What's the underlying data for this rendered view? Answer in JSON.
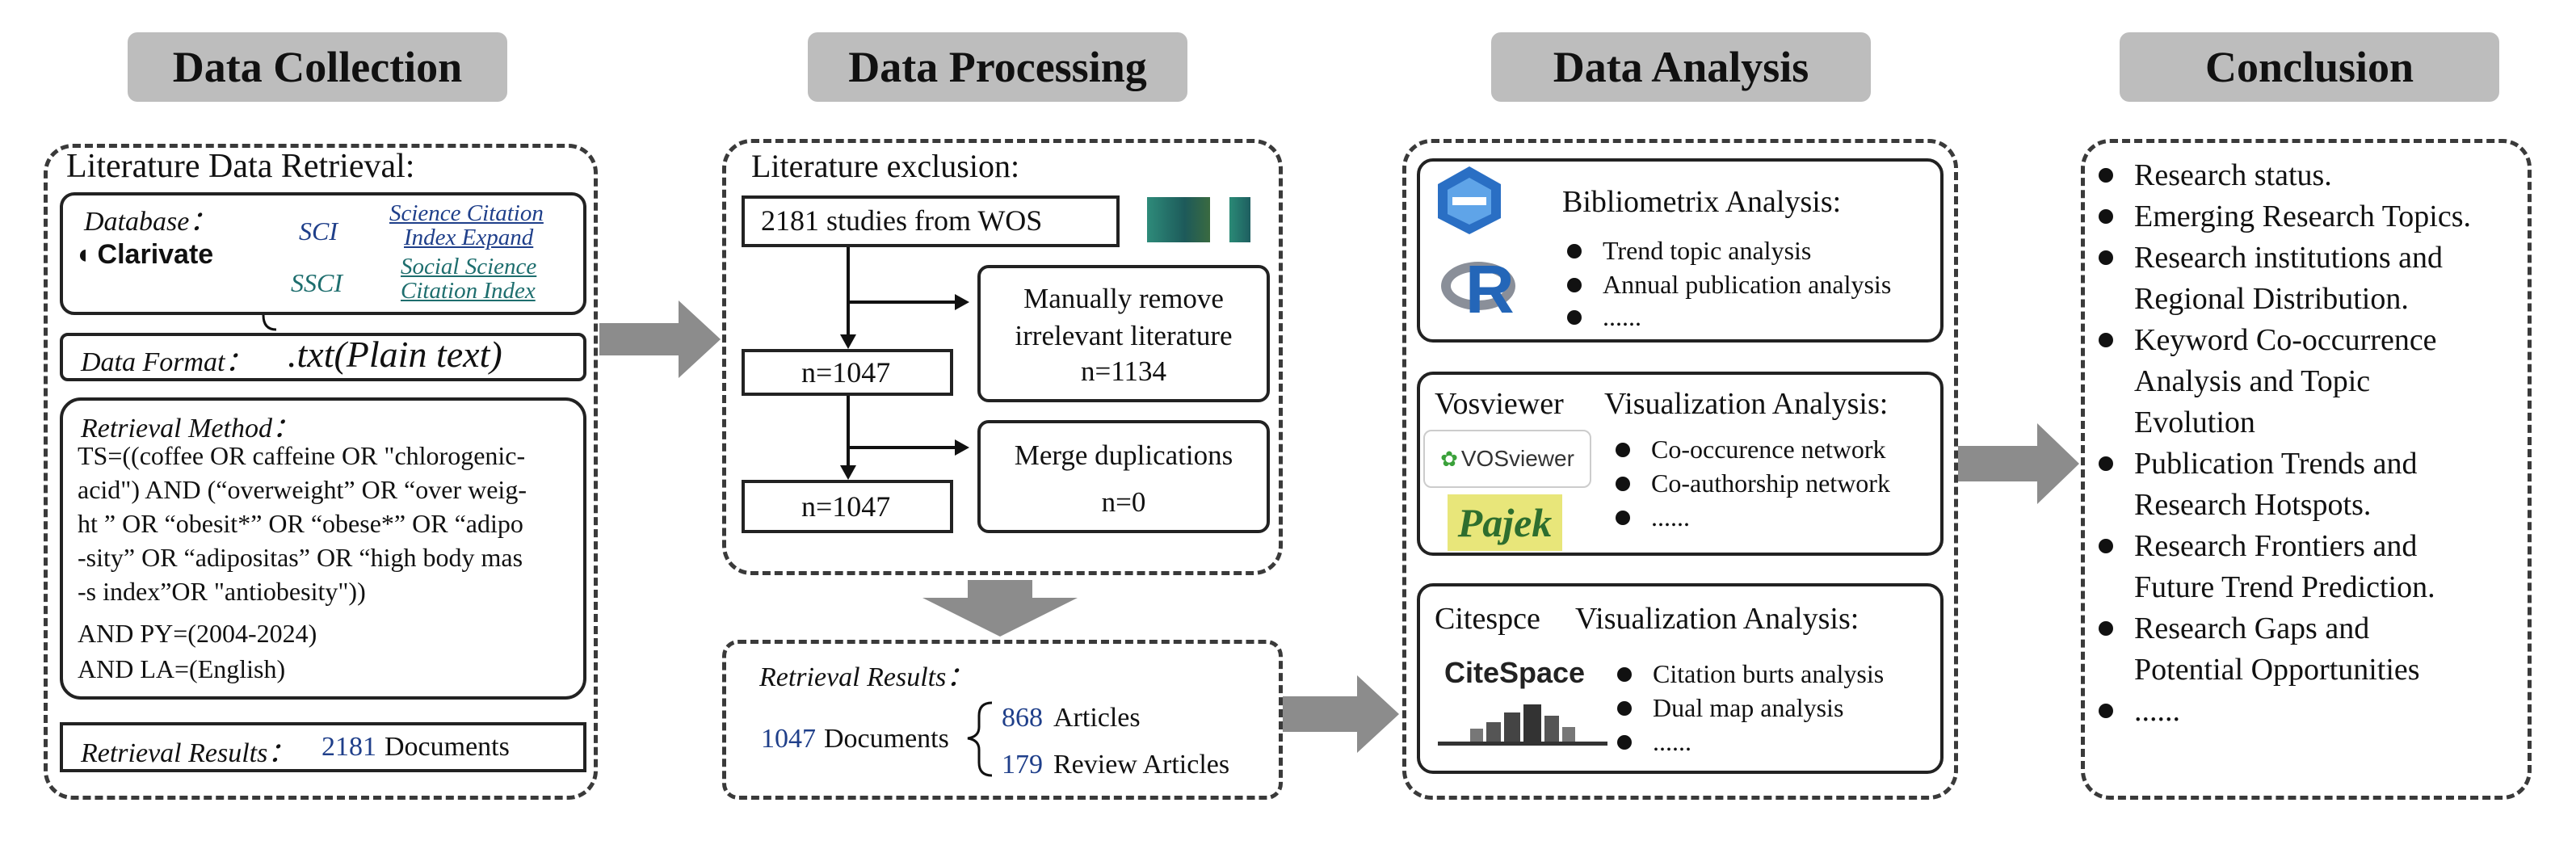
{
  "headers": {
    "collection": "Data Collection",
    "processing": "Data Processing",
    "analysis": "Data Analysis",
    "conclusion": "Conclusion"
  },
  "collection": {
    "title": "Literature Data Retrieval:",
    "database_label": "Database：",
    "clarivate": "Clarivate",
    "sci": "SCI",
    "sci_full_1": "Science Citation",
    "sci_full_2": "Index Expand",
    "ssci": "SSCI",
    "ssci_full_1": "Social Science",
    "ssci_full_2": "Citation Index",
    "format_label": "Data Format：",
    "format_value": ".txt(Plain text)",
    "method_label": "Retrieval Method：",
    "method_lines": [
      "TS=((coffee OR caffeine OR \"chlorogenic-",
      "acid\") AND (“overweight” OR “over weig-",
      "ht ” OR “obesit*” OR “obese*” OR “adipo",
      "-sity” OR “adipositas” OR “high body mas",
      "-s index”OR \"antiobesity\"))",
      "AND PY=(2004-2024)",
      "AND LA=(English)"
    ],
    "results_label": "Retrieval Results：",
    "results_count": "2181",
    "results_unit": "Documents"
  },
  "processing": {
    "title": "Literature exclusion:",
    "studies": "2181 studies from WOS",
    "n1": "n=1047",
    "remove_1": "Manually remove",
    "remove_2": "irrelevant literature",
    "remove_3": "n=1134",
    "n2": "n=1047",
    "merge_1": "Merge duplications",
    "merge_2": "n=0",
    "results_label": "Retrieval Results：",
    "total_count": "1047",
    "total_unit": "Documents",
    "articles_count": "868",
    "articles_label": "Articles",
    "reviews_count": "179",
    "reviews_label": "Review Articles"
  },
  "analysis": {
    "biblio_title": "Bibliometrix Analysis:",
    "biblio_items": [
      "Trend topic analysis",
      "Annual publication analysis",
      "......"
    ],
    "vos_title_a": "Vosviewer",
    "vos_title_b": "Visualization Analysis:",
    "vos_logo": "VOSviewer",
    "pajek_logo": "Pajek",
    "vos_items": [
      "Co-occurence network",
      "Co-authorship network",
      "......"
    ],
    "cite_title_a": "Citespce",
    "cite_title_b": "Visualization Analysis:",
    "cite_logo": "CiteSpace",
    "cite_items": [
      "Citation burts analysis",
      "Dual map analysis",
      "......"
    ],
    "r_logo": "R"
  },
  "conclusion": {
    "items": [
      [
        "Research status."
      ],
      [
        "Emerging Research Topics."
      ],
      [
        "Research institutions and",
        "Regional Distribution."
      ],
      [
        "Keyword Co-occurrence",
        "Analysis and Topic",
        "Evolution"
      ],
      [
        "Publication Trends and",
        "Research Hotspots."
      ],
      [
        "Research Frontiers and",
        "Future Trend Prediction."
      ],
      [
        "Research Gaps and",
        "Potential Opportunities"
      ],
      [
        "......"
      ]
    ]
  },
  "colors": {
    "header_bg": "#bdbdbd",
    "arrow": "#8c8c8c",
    "blue": "#1f3f8a",
    "teal": "#1e6e6e"
  }
}
